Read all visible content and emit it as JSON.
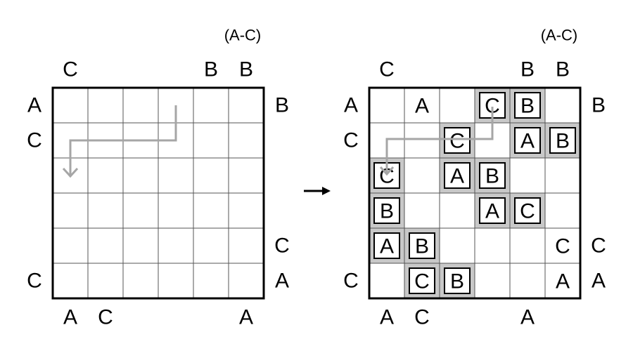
{
  "range_label": "(A-C)",
  "arrow_glyph": "→",
  "colors": {
    "grid": "#000000",
    "shade": "#c8c8c8",
    "path": "#a6a6a6",
    "highlight": "#ee1111"
  },
  "left_puzzle": {
    "range": "(A-C)",
    "clues_top": [
      "C",
      "",
      "",
      "",
      "B",
      "B"
    ],
    "clues_bottom": [
      "A",
      "C",
      "",
      "",
      "",
      "A"
    ],
    "clues_left": [
      "A",
      "C",
      "",
      "",
      "",
      "C"
    ],
    "clues_right": [
      "B",
      "",
      "",
      "",
      "C",
      "A"
    ]
  },
  "right_puzzle": {
    "range": "(A-C)",
    "clues_top": [
      "C",
      "",
      "",
      "",
      "B",
      "B"
    ],
    "clues_bottom": [
      "A",
      "C",
      "",
      "",
      "A",
      ""
    ],
    "clues_left": [
      "A",
      "C",
      "",
      "",
      "",
      "C"
    ],
    "clues_right": [
      "B",
      "",
      "",
      "",
      "C",
      "A"
    ],
    "cells": [
      [
        {
          "v": ""
        },
        {
          "v": "A"
        },
        {
          "v": ""
        },
        {
          "v": "C",
          "boxed": true,
          "shaded": true,
          "red": true
        },
        {
          "v": "B",
          "boxed": true,
          "shaded": true
        },
        {
          "v": ""
        }
      ],
      [
        {
          "v": ""
        },
        {
          "v": ""
        },
        {
          "v": "C",
          "boxed": true,
          "shaded": true,
          "red": true
        },
        {
          "v": ""
        },
        {
          "v": "A",
          "boxed": true,
          "shaded": true
        },
        {
          "v": "B",
          "boxed": true,
          "shaded": true
        }
      ],
      [
        {
          "v": "C",
          "boxed": true,
          "shaded": true,
          "red": true
        },
        {
          "v": ""
        },
        {
          "v": "A",
          "boxed": true,
          "shaded": true
        },
        {
          "v": "B",
          "boxed": true,
          "shaded": true
        },
        {
          "v": ""
        },
        {
          "v": ""
        }
      ],
      [
        {
          "v": "B",
          "boxed": true,
          "shaded": true
        },
        {
          "v": ""
        },
        {
          "v": ""
        },
        {
          "v": "A",
          "boxed": true,
          "shaded": true
        },
        {
          "v": "C",
          "boxed": true,
          "shaded": true
        },
        {
          "v": ""
        }
      ],
      [
        {
          "v": "A",
          "boxed": true,
          "shaded": true
        },
        {
          "v": "B",
          "boxed": true,
          "shaded": true
        },
        {
          "v": ""
        },
        {
          "v": ""
        },
        {
          "v": ""
        },
        {
          "v": "C"
        }
      ],
      [
        {
          "v": ""
        },
        {
          "v": "C",
          "boxed": true,
          "shaded": true
        },
        {
          "v": "B",
          "boxed": true,
          "shaded": true
        },
        {
          "v": ""
        },
        {
          "v": ""
        },
        {
          "v": "A"
        }
      ]
    ]
  }
}
